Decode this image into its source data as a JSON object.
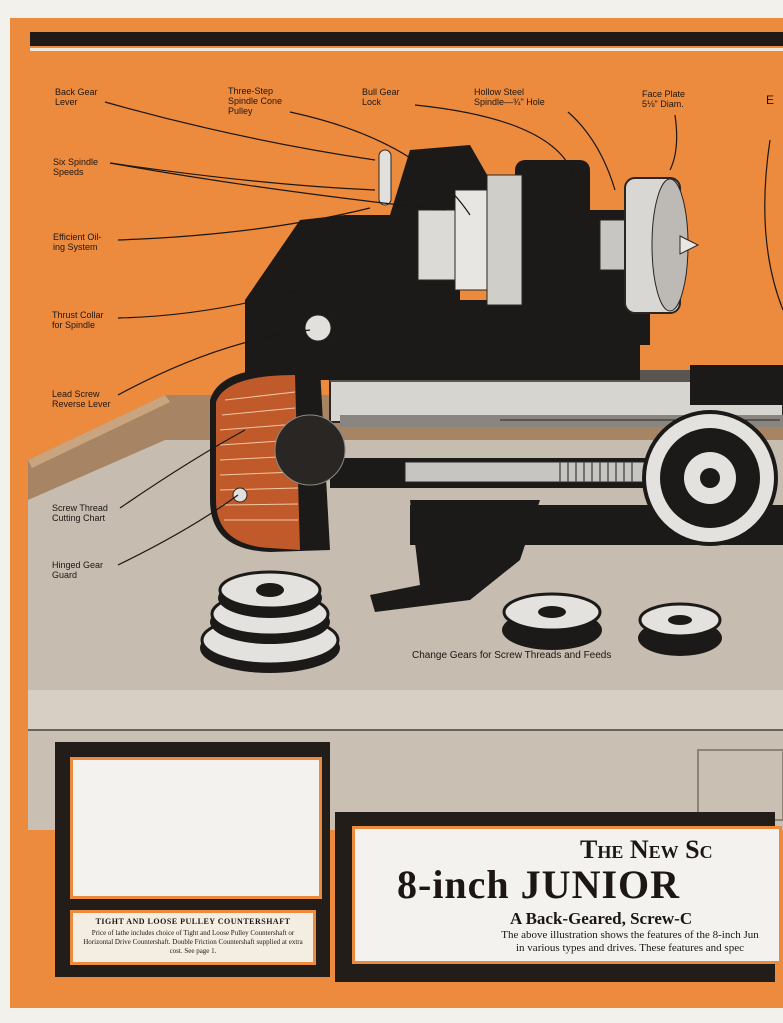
{
  "callouts": {
    "back_gear_lever": "Back Gear\nLever",
    "three_step_pulley": "Three-Step\nSpindle Cone\nPulley",
    "bull_gear_lock": "Bull Gear\nLock",
    "hollow_spindle": "Hollow Steel\nSpindle—¾\" Hole",
    "face_plate": "Face Plate\n5⅛\" Diam.",
    "six_speeds": "Six Spindle\nSpeeds",
    "oiling_system": "Efficient Oil-\ning System",
    "thrust_collar": "Thrust Collar\nfor Spindle",
    "lead_screw_lever": "Lead Screw\nReverse Lever",
    "screw_thread_chart": "Screw Thread\nCutting Chart",
    "hinged_gear_guard": "Hinged Gear\nGuard",
    "edge_fragment": "E"
  },
  "change_gears_label": "Change Gears for Screw Threads and Feeds",
  "inset": {
    "title": "TIGHT AND LOOSE PULLEY COUNTERSHAFT",
    "body": "Price of lathe includes choice of Tight and Loose Pulley Countershaft or Horizontal Drive Countershaft. Double Friction Countershaft supplied at extra cost. See page 1."
  },
  "title_block": {
    "line1": "The New Sc",
    "line2": "8-inch JUNIOR",
    "line3": "A Back-Geared, Screw-C",
    "desc1": "The above illustration shows the features of the 8-inch Jun",
    "desc2": "in various types and drives.  These features and spec"
  },
  "colors": {
    "background_orange": "#ec8a3e",
    "machine_black": "#1c1a18",
    "bench_wood": "#bfb3a4"
  }
}
